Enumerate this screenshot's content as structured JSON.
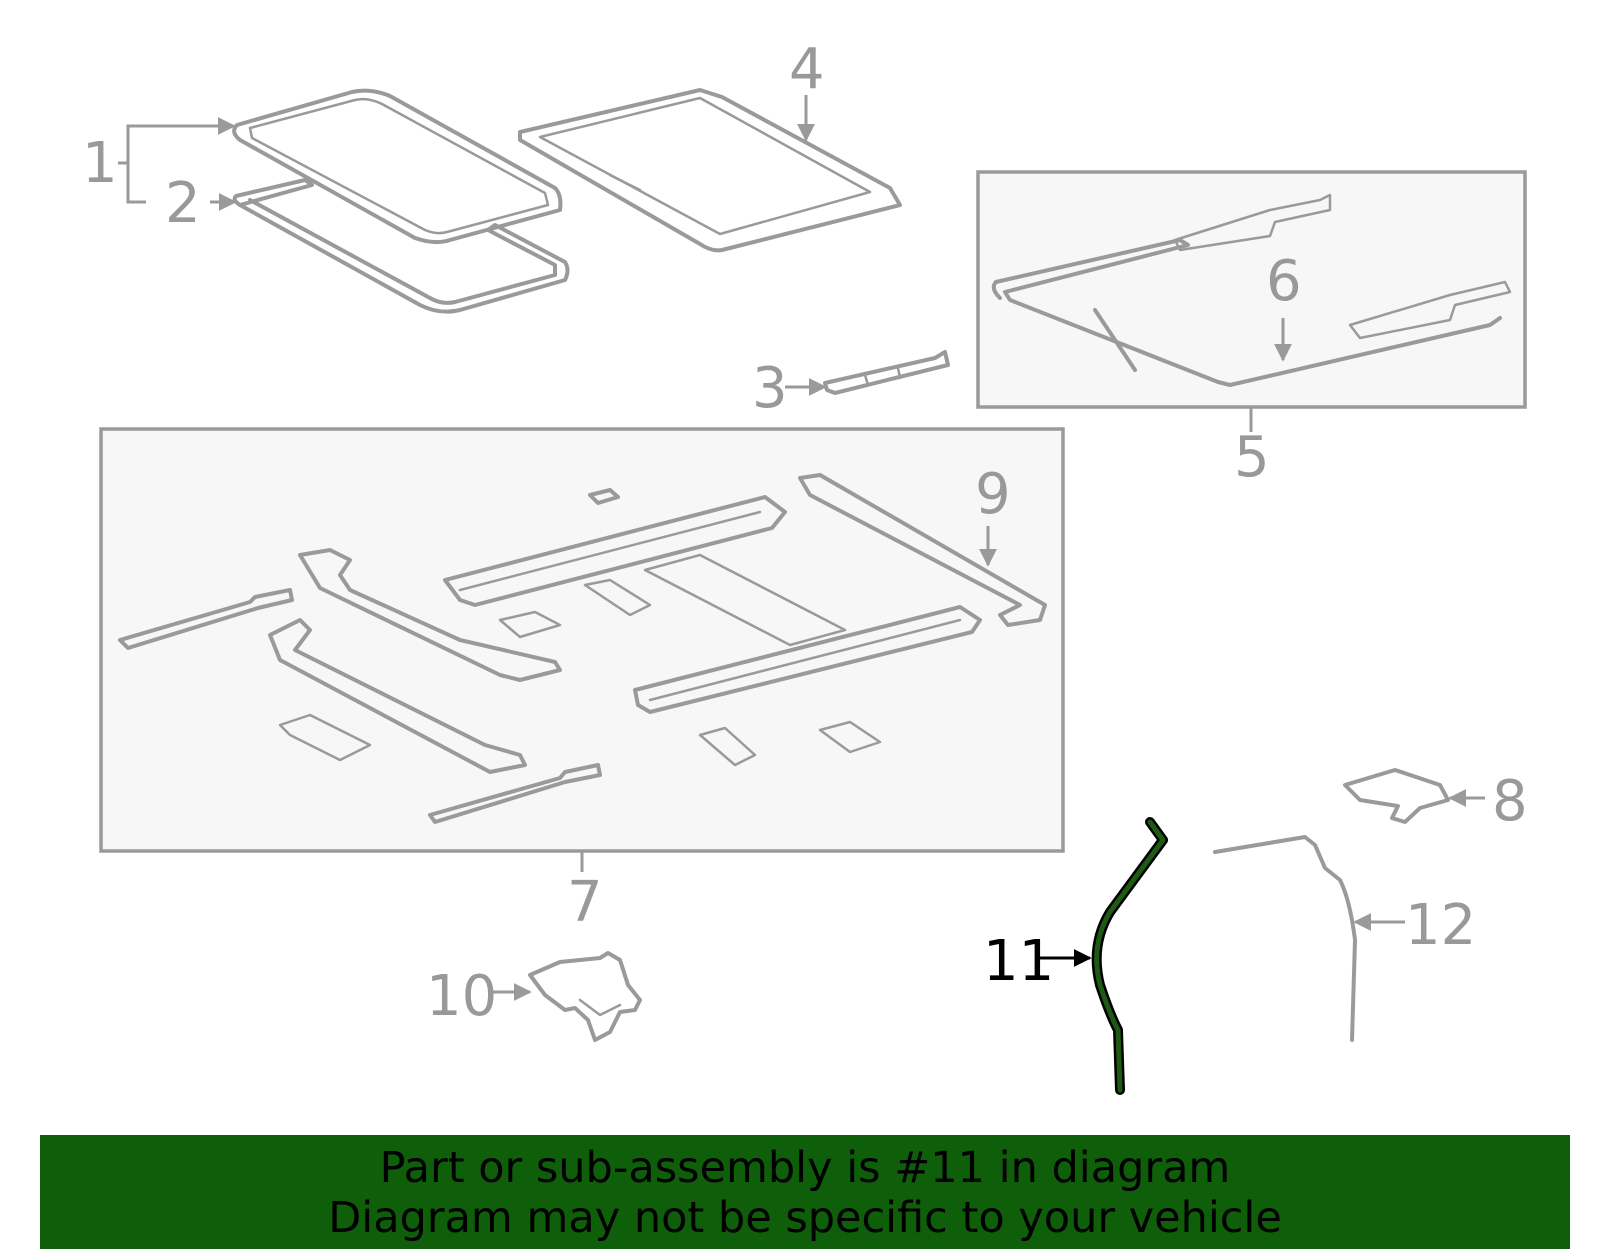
{
  "callouts": {
    "c1": "1",
    "c2": "2",
    "c3": "3",
    "c4": "4",
    "c5": "5",
    "c6": "6",
    "c7": "7",
    "c8": "8",
    "c9": "9",
    "c10": "10",
    "c11": "11",
    "c12": "12"
  },
  "highlighted_part": "11",
  "colors": {
    "banner_bg": "#0f5f0a",
    "part_stroke": "#9a9a9a",
    "highlight_fill": "#1f5a14",
    "highlight_outline": "#000000"
  },
  "banner": {
    "line1": "Part or sub-assembly is #11 in diagram",
    "line2": "Diagram may not be specific to your vehicle"
  }
}
